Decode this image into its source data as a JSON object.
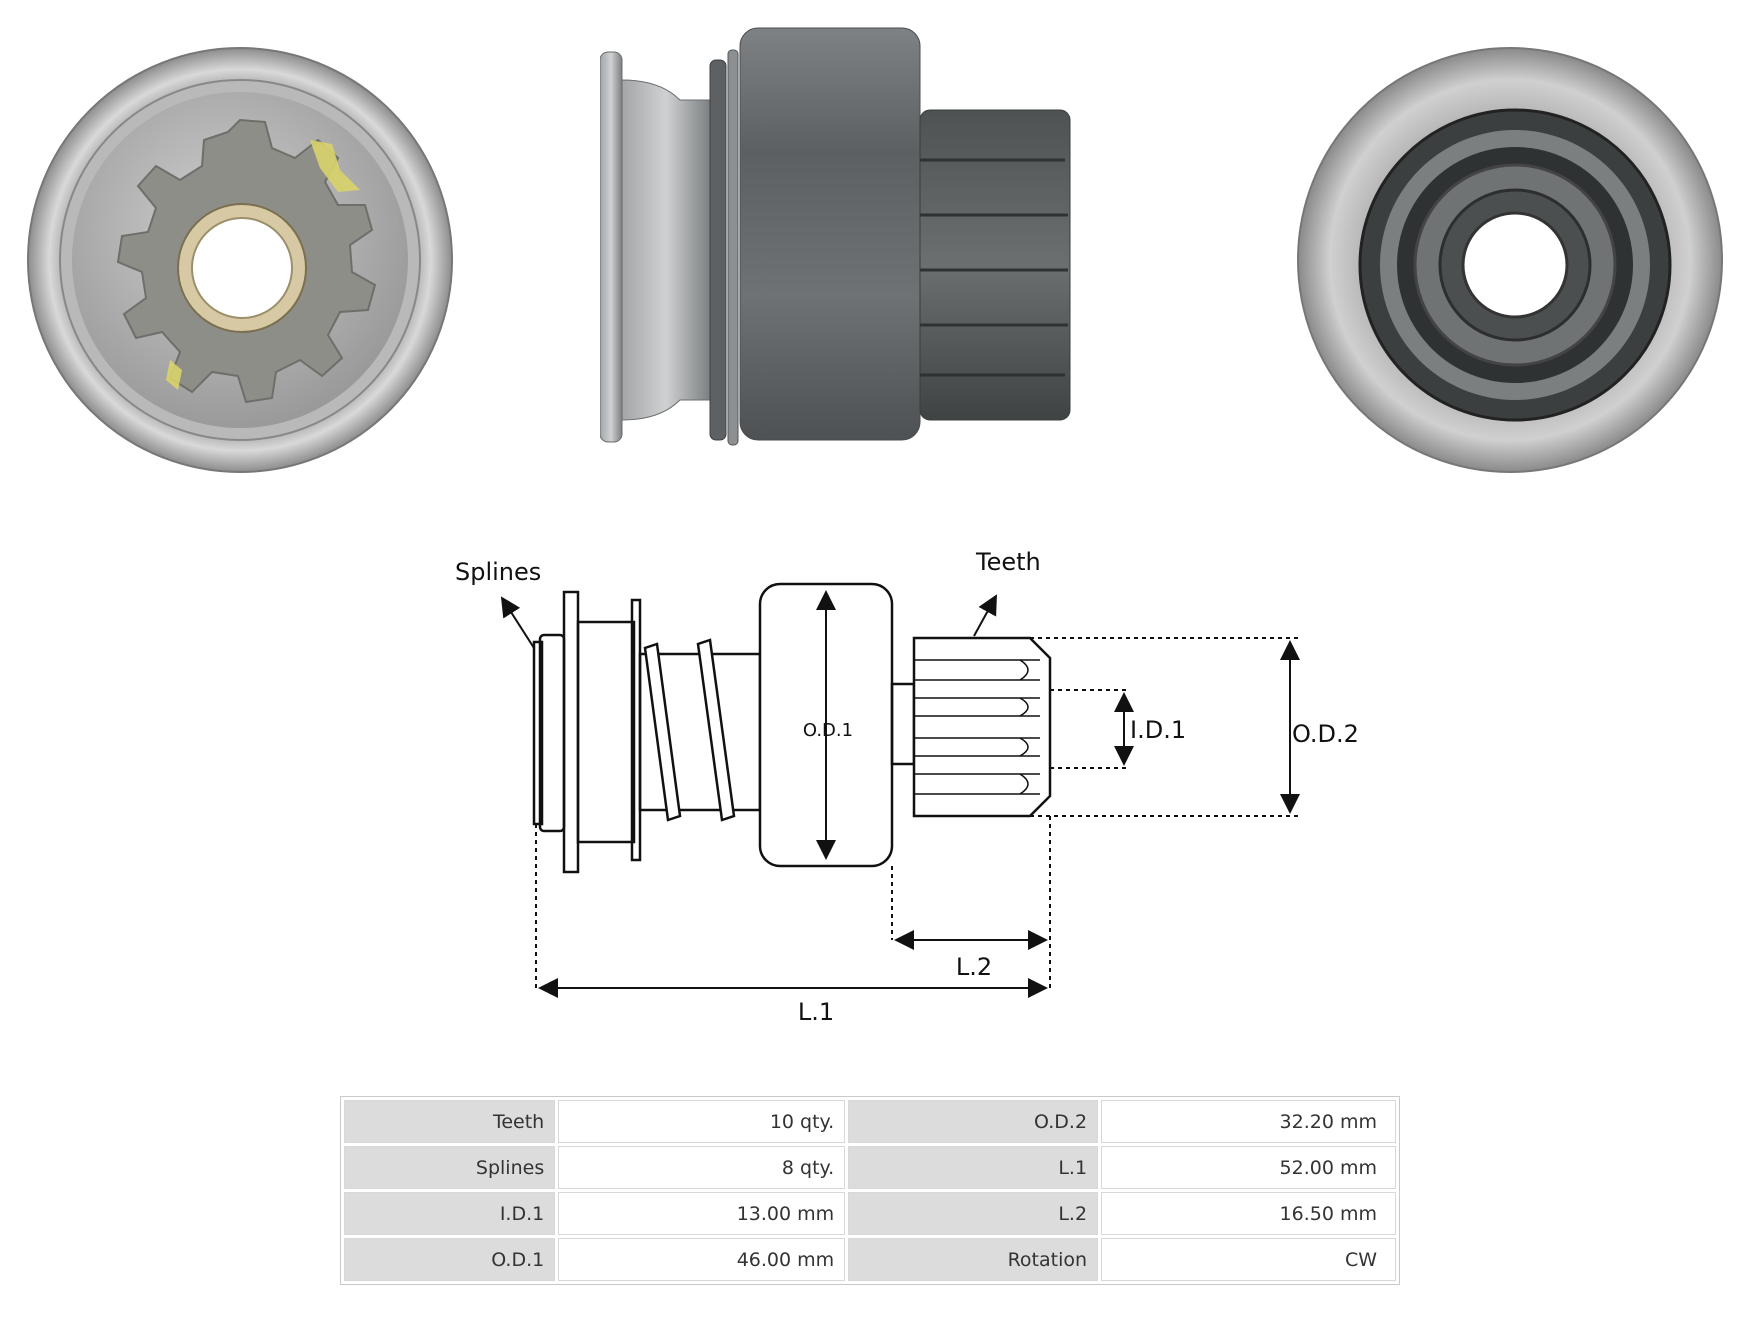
{
  "diagram": {
    "labels": {
      "splines": "Splines",
      "teeth": "Teeth",
      "od1": "O.D.1",
      "id1": "I.D.1",
      "od2": "O.D.2",
      "l2": "L.2",
      "l1": "L.1"
    }
  },
  "specs": [
    {
      "k1": "Teeth",
      "v1": "10 qty.",
      "k2": "O.D.2",
      "v2": "32.20 mm"
    },
    {
      "k1": "Splines",
      "v1": "8 qty.",
      "k2": "L.1",
      "v2": "52.00 mm"
    },
    {
      "k1": "I.D.1",
      "v1": "13.00 mm",
      "k2": "L.2",
      "v2": "16.50 mm"
    },
    {
      "k1": "O.D.1",
      "v1": "46.00 mm",
      "k2": "Rotation",
      "v2": "CW"
    }
  ],
  "colors": {
    "metal_light": "#c8c8c8",
    "metal_dark": "#5e6264",
    "gear_grey": "#8a8a86",
    "bushing": "#d6c9a3",
    "table_key_bg": "#dcdcdc"
  }
}
